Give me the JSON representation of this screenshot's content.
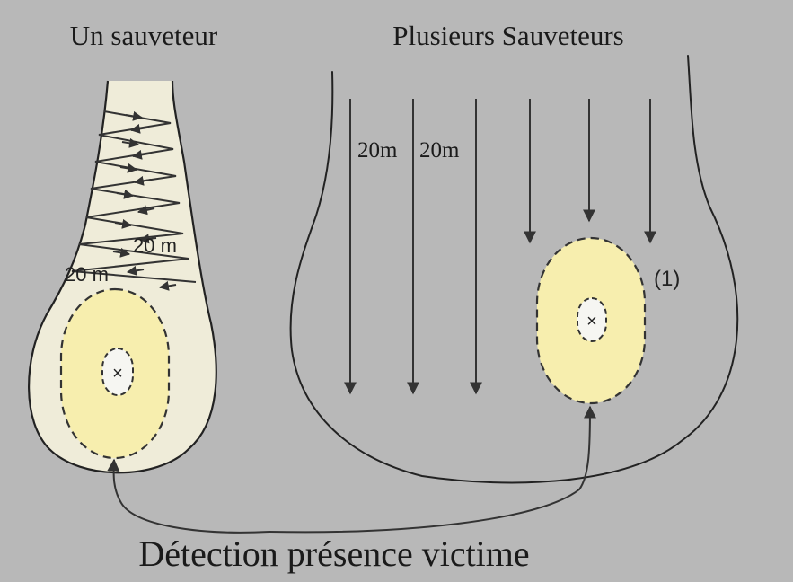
{
  "titles": {
    "single": "Un sauveteur",
    "multiple": "Plusieurs Sauveteurs"
  },
  "single_panel": {
    "label_spacing_1": "20 m",
    "label_spacing_2": "20 m",
    "victim_mark": "×"
  },
  "multi_panel": {
    "label_spacing_1": "20m",
    "label_spacing_2": "20m",
    "zone_label": "(1)",
    "victim_mark": "×"
  },
  "caption": "Détection présence victime",
  "colors": {
    "background": "#b8b8b8",
    "search_area": "#efecd9",
    "detection_zone": "#f7eeae",
    "victim_zone": "#f6f6f2",
    "stroke": "#222222"
  }
}
